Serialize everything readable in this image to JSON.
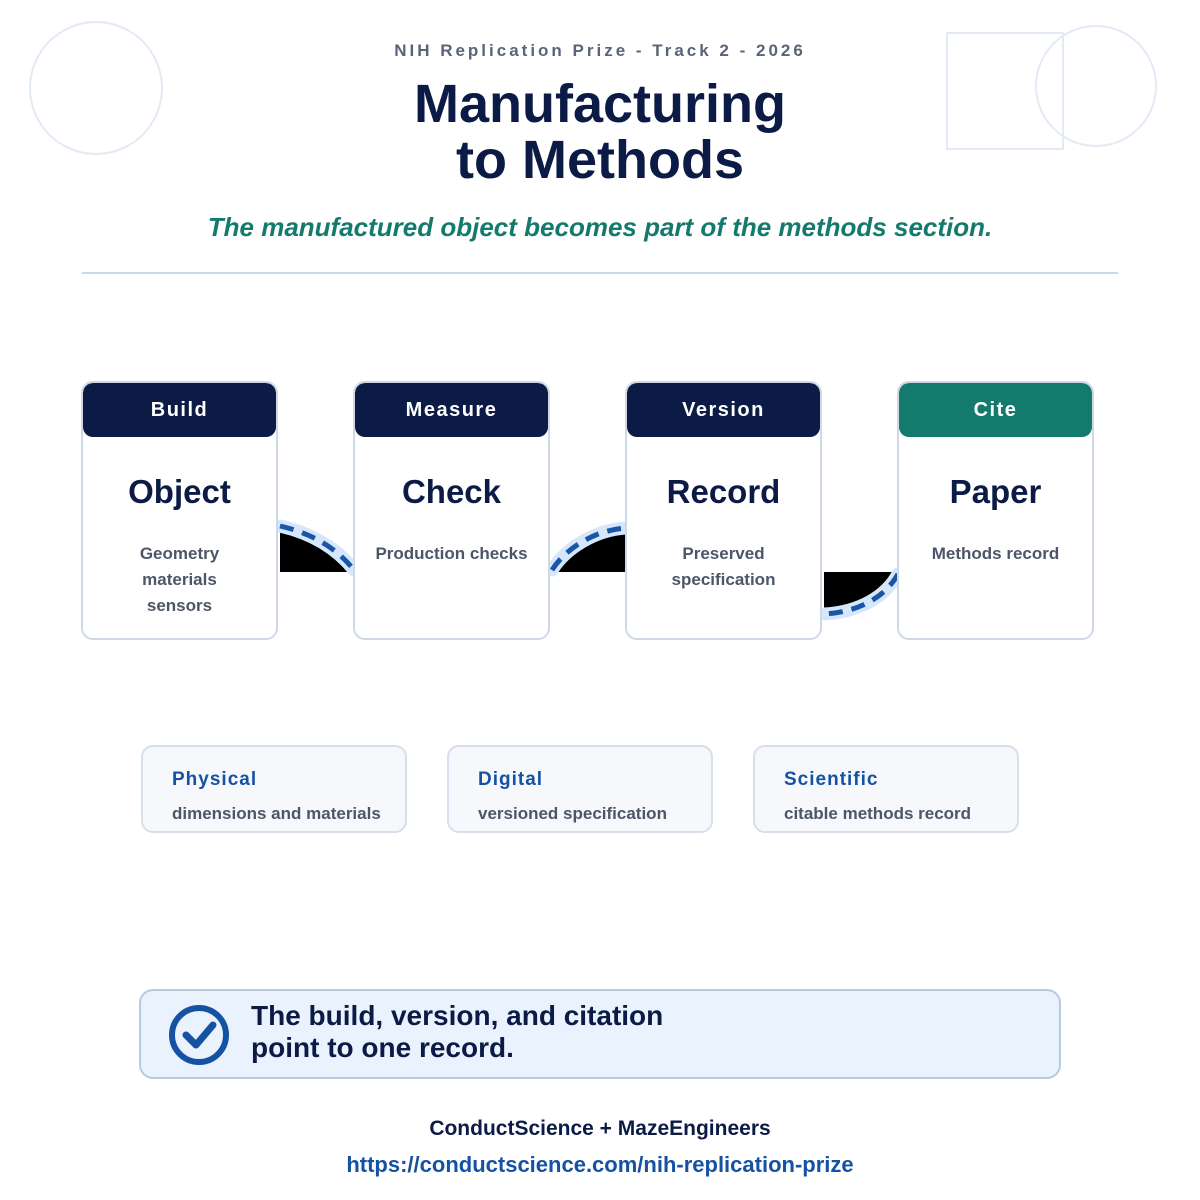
{
  "header": {
    "kicker": "NIH Replication Prize - Track 2 - 2026",
    "title_line1": "Manufacturing",
    "title_line2": "to Methods",
    "subtitle": "The manufactured object becomes part of the methods section."
  },
  "stages": [
    {
      "tag": "Build",
      "title": "Object",
      "desc_lines": [
        "Geometry",
        "materials",
        "sensors"
      ]
    },
    {
      "tag": "Measure",
      "title": "Check",
      "desc_lines": [
        "Production checks"
      ]
    },
    {
      "tag": "Version",
      "title": "Record",
      "desc_lines": [
        "Preserved",
        "specification"
      ]
    },
    {
      "tag": "Cite",
      "title": "Paper",
      "desc_lines": [
        "Methods record"
      ]
    }
  ],
  "facets": [
    {
      "title": "Physical",
      "text": "dimensions and materials"
    },
    {
      "title": "Digital",
      "text": "versioned specification"
    },
    {
      "title": "Scientific",
      "text": "citable methods record"
    }
  ],
  "callout": {
    "icon": "check-circle-icon",
    "line1": "The build, version, and citation",
    "line2": "point to one record."
  },
  "footer": {
    "brand": "ConductScience + MazeEngineers",
    "url": "https://conductscience.com/nih-replication-prize"
  },
  "colors": {
    "navy": "#0b1b45",
    "teal": "#157a6e",
    "blue": "#1652a3",
    "connector_dash": "#1a56a8",
    "connector_glow": "#d6e6fb"
  }
}
